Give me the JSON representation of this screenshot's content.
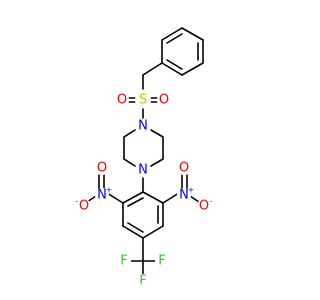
{
  "colors": {
    "bond": "#000000",
    "N": "#0000ff",
    "O": "#ff0000",
    "S": "#c8c800",
    "F": "#33cc33"
  },
  "atoms": {
    "sulfonyl_S": "S",
    "sulfonyl_O_left": "O",
    "sulfonyl_O_right": "O",
    "piperazine_N_top": "N",
    "piperazine_N_bottom": "N",
    "nitro_left_N": "N",
    "nitro_left_O_minus": "O",
    "nitro_left_O": "O",
    "nitro_right_N": "N",
    "nitro_right_O_minus": "O",
    "nitro_right_O": "O",
    "cf3_F_left": "F",
    "cf3_F_right": "F",
    "cf3_F_bottom": "F"
  },
  "charges": {
    "plus": "+",
    "minus": "-"
  }
}
